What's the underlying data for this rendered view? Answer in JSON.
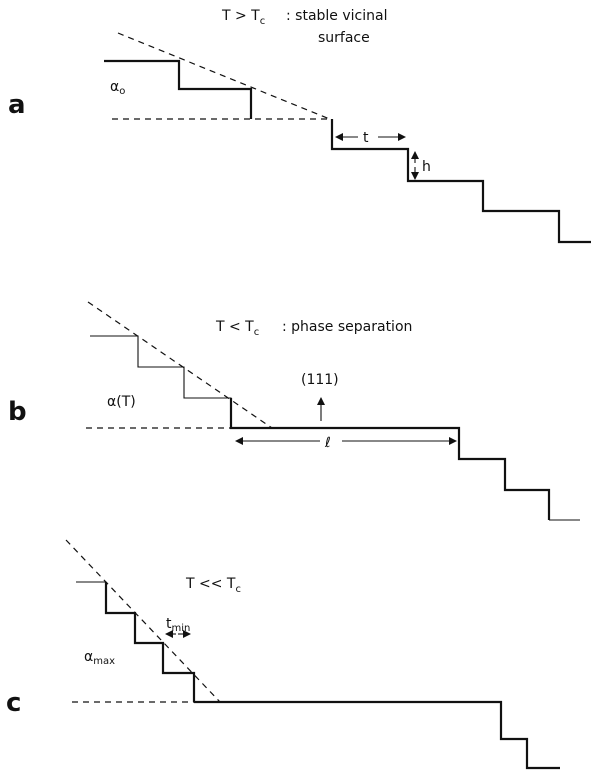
{
  "panels": [
    {
      "letter": "a",
      "condition": "T > T",
      "condition_sub": "c",
      "description_line1": ": stable vicinal",
      "description_line2": "surface",
      "angle_label": "α",
      "angle_sub": "o",
      "width_label": "t",
      "height_label": "h"
    },
    {
      "letter": "b",
      "condition": "T < T",
      "condition_sub": "c",
      "description": ": phase separation",
      "angle_label": "α(T)",
      "facet_label": "(111)",
      "length_label": "ℓ"
    },
    {
      "letter": "c",
      "condition": "T << T",
      "condition_sub": "c",
      "angle_label": "α",
      "angle_sub": "max",
      "width_label": "t",
      "width_sub": "min"
    }
  ]
}
